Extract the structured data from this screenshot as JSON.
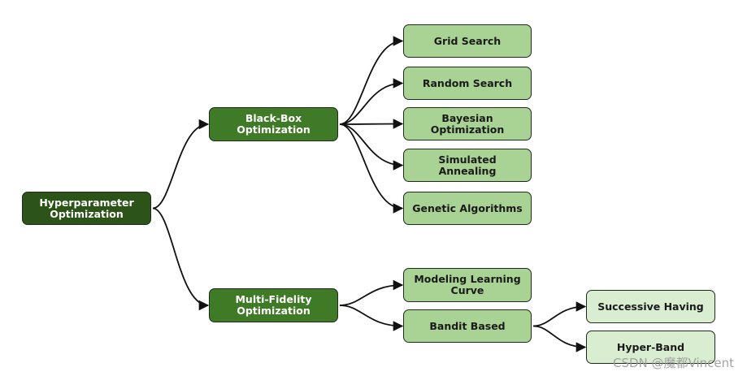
{
  "nodes": {
    "root": {
      "label": "Hyperparameter\nOptimization"
    },
    "black_box": {
      "label": "Black-Box\nOptimization"
    },
    "multi_fidelity": {
      "label": "Multi-Fidelity\nOptimization"
    },
    "grid_search": {
      "label": "Grid Search"
    },
    "random_search": {
      "label": "Random Search"
    },
    "bayesian_optimization": {
      "label": "Bayesian Optimization"
    },
    "simulated_annealing": {
      "label": "Simulated Annealing"
    },
    "genetic_algorithms": {
      "label": "Genetic Algorithms"
    },
    "modeling_learning_curve": {
      "label": "Modeling Learning\nCurve"
    },
    "bandit_based": {
      "label": "Bandit Based"
    },
    "successive_having": {
      "label": "Successive Having"
    },
    "hyper_band": {
      "label": "Hyper-Band"
    }
  },
  "edges": [
    [
      "root",
      "black_box"
    ],
    [
      "root",
      "multi_fidelity"
    ],
    [
      "black_box",
      "grid_search"
    ],
    [
      "black_box",
      "random_search"
    ],
    [
      "black_box",
      "bayesian_optimization"
    ],
    [
      "black_box",
      "simulated_annealing"
    ],
    [
      "black_box",
      "genetic_algorithms"
    ],
    [
      "multi_fidelity",
      "modeling_learning_curve"
    ],
    [
      "multi_fidelity",
      "bandit_based"
    ],
    [
      "bandit_based",
      "successive_having"
    ],
    [
      "bandit_based",
      "hyper_band"
    ]
  ],
  "colors": {
    "root_fill": "#2d5418",
    "branch_fill": "#3f7a26",
    "leaf_fill": "#a9d394",
    "subleaf_fill": "#d9edd0",
    "edge_stroke": "#111111"
  },
  "watermark": "CSDN @魔都Vincent"
}
